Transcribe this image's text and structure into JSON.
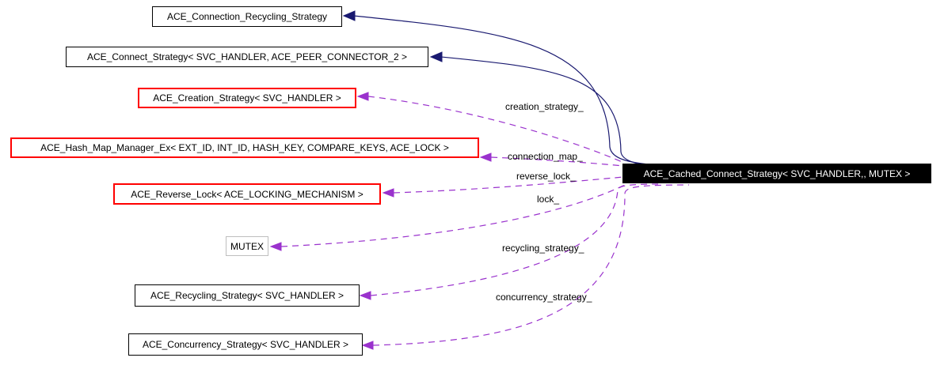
{
  "diagram": {
    "type": "class-collaboration-graph",
    "colors": {
      "canvas_bg": "#ffffff",
      "inheritance_edge": "#191970",
      "usage_edge": "#9a32cd",
      "node_border_default": "#000000",
      "node_border_truncated": "#ff0000",
      "node_border_template": "#bebebe",
      "node_bg": "#ffffff",
      "main_node_bg": "#000000",
      "main_node_text": "#ffffff"
    },
    "nodes": {
      "connection_recycling": {
        "label": "ACE_Connection_Recycling_Strategy",
        "border": "black"
      },
      "connect_strategy": {
        "label": "ACE_Connect_Strategy< SVC_HANDLER, ACE_PEER_CONNECTOR_2 >",
        "border": "black"
      },
      "creation_strategy": {
        "label": "ACE_Creation_Strategy< SVC_HANDLER >",
        "border": "red"
      },
      "hash_map_manager": {
        "label": "ACE_Hash_Map_Manager_Ex< EXT_ID, INT_ID, HASH_KEY, COMPARE_KEYS, ACE_LOCK >",
        "border": "red"
      },
      "reverse_lock": {
        "label": "ACE_Reverse_Lock< ACE_LOCKING_MECHANISM >",
        "border": "red"
      },
      "mutex": {
        "label": "MUTEX",
        "border": "gray"
      },
      "recycling_strategy": {
        "label": "ACE_Recycling_Strategy< SVC_HANDLER >",
        "border": "black"
      },
      "concurrency_strategy": {
        "label": "ACE_Concurrency_Strategy< SVC_HANDLER >",
        "border": "black"
      },
      "main": {
        "label": "ACE_Cached_Connect_Strategy< SVC_HANDLER,, MUTEX >"
      }
    },
    "edges": [
      {
        "type": "inheritance",
        "from": "main",
        "to": "connection_recycling",
        "label": ""
      },
      {
        "type": "inheritance",
        "from": "main",
        "to": "connect_strategy",
        "label": ""
      },
      {
        "type": "usage",
        "from": "main",
        "to": "creation_strategy",
        "label": "creation_strategy_"
      },
      {
        "type": "usage",
        "from": "main",
        "to": "hash_map_manager",
        "label": "connection_map_"
      },
      {
        "type": "usage",
        "from": "main",
        "to": "reverse_lock",
        "label": "reverse_lock_"
      },
      {
        "type": "usage",
        "from": "main",
        "to": "mutex",
        "label": "lock_"
      },
      {
        "type": "usage",
        "from": "main",
        "to": "recycling_strategy",
        "label": "recycling_strategy_"
      },
      {
        "type": "usage",
        "from": "main",
        "to": "concurrency_strategy",
        "label": "concurrency_strategy_"
      }
    ]
  }
}
